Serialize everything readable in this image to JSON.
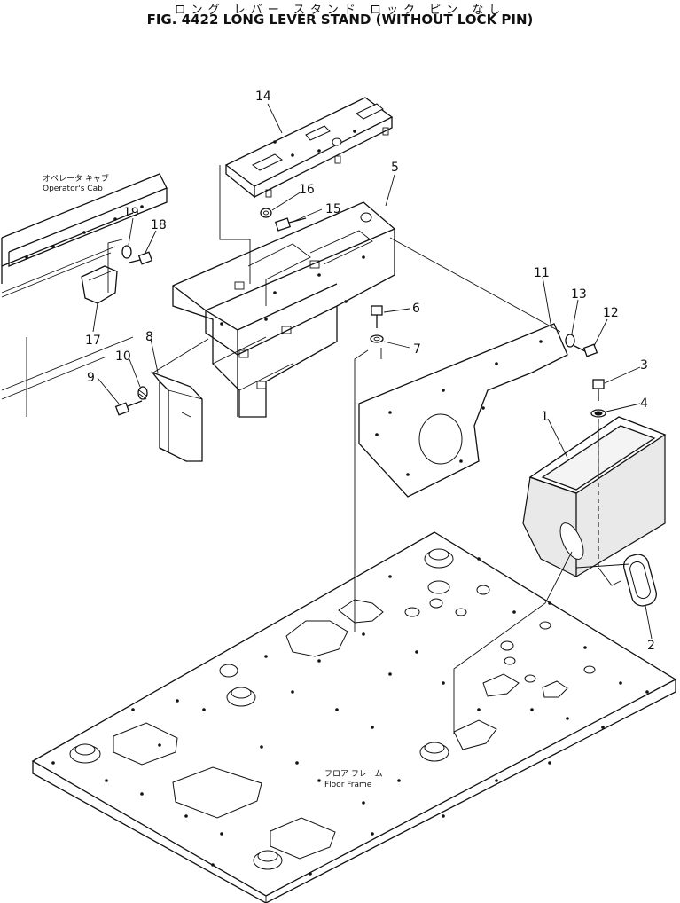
{
  "header": {
    "jp_title": "ロング レバー スタンド ロック ピン なし",
    "title": "FIG. 4422  LONG LEVER STAND (WITHOUT LOCK PIN)"
  },
  "labels": {
    "cab_jp": "オペレータ キャブ",
    "cab_en": "Operator's Cab",
    "floor_jp": "フロア フレーム",
    "floor_en": "Floor Frame"
  },
  "callouts": [
    "1",
    "2",
    "3",
    "4",
    "5",
    "6",
    "7",
    "8",
    "9",
    "10",
    "11",
    "12",
    "13",
    "14",
    "15",
    "16",
    "17",
    "18",
    "19"
  ]
}
